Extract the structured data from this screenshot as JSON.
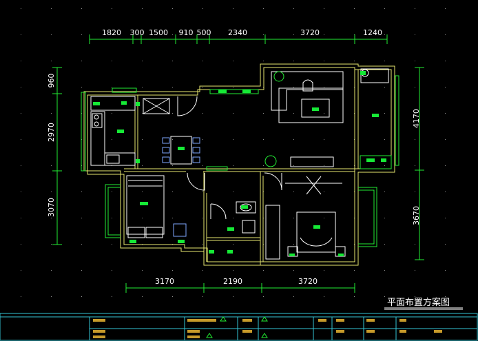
{
  "drawing": {
    "title": "平面布置方案图",
    "top_dimensions": [
      "1820",
      "300",
      "1500",
      "910",
      "500",
      "2340",
      "3720",
      "1240"
    ],
    "bottom_dimensions": [
      "3170",
      "2190",
      "3720"
    ],
    "left_dimensions": [
      "960",
      "2970",
      "3070"
    ],
    "right_dimensions": [
      "4170",
      "3670"
    ]
  },
  "colors": {
    "background": "#000000",
    "wall": "#e7e770",
    "furniture": "#ffffff",
    "window": "#22ee33",
    "title_block": "#34c6d6",
    "tag": "#16ea36"
  }
}
